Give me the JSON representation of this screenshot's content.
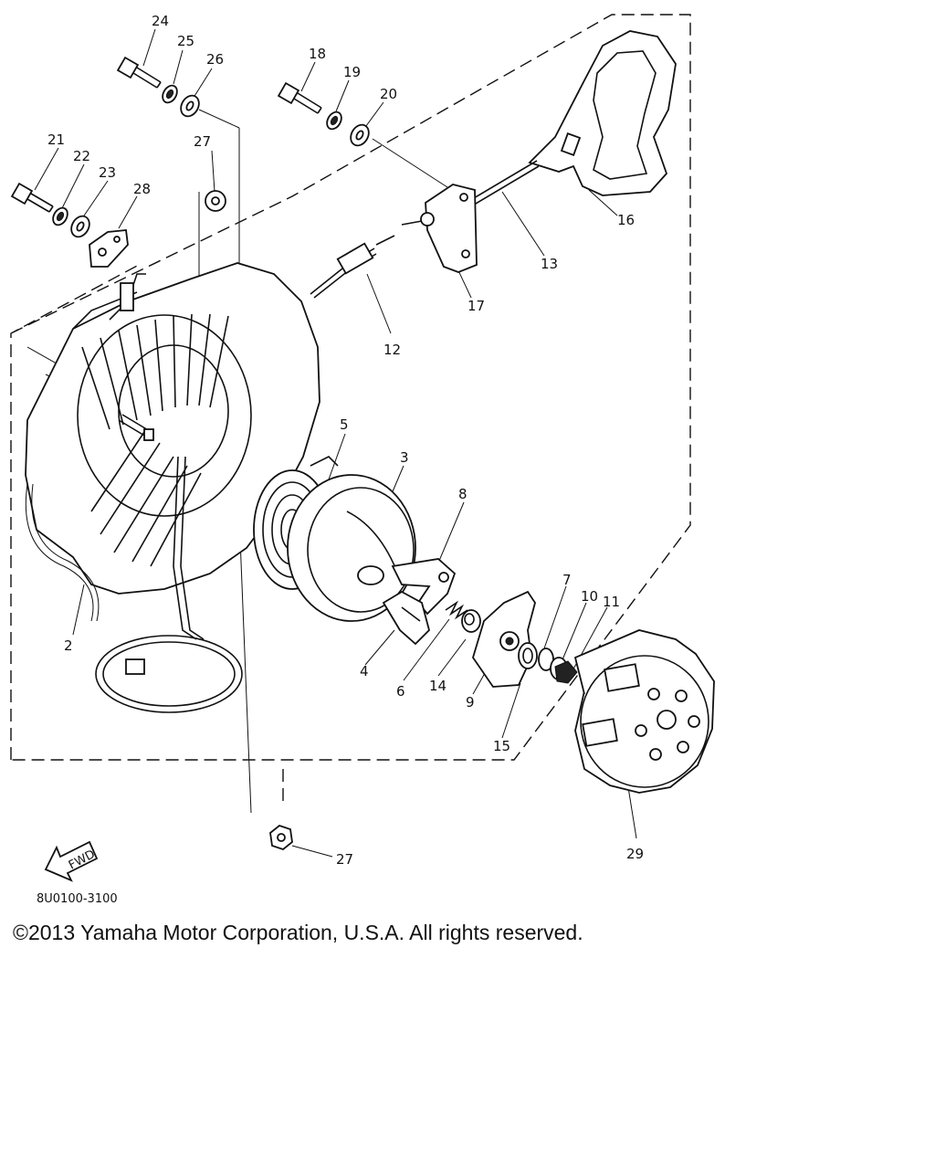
{
  "diagram": {
    "callouts": [
      "24",
      "25",
      "26",
      "18",
      "19",
      "20",
      "21",
      "22",
      "23",
      "27",
      "28",
      "16",
      "13",
      "17",
      "12",
      "5",
      "3",
      "8",
      "2",
      "4",
      "6",
      "14",
      "9",
      "7",
      "10",
      "11",
      "15",
      "29",
      "27"
    ],
    "fwd_label": "FWD",
    "diagram_code": "8U0100-3100"
  },
  "footer": {
    "copyright": "©2013 Yamaha Motor Corporation, U.S.A. All rights reserved."
  }
}
